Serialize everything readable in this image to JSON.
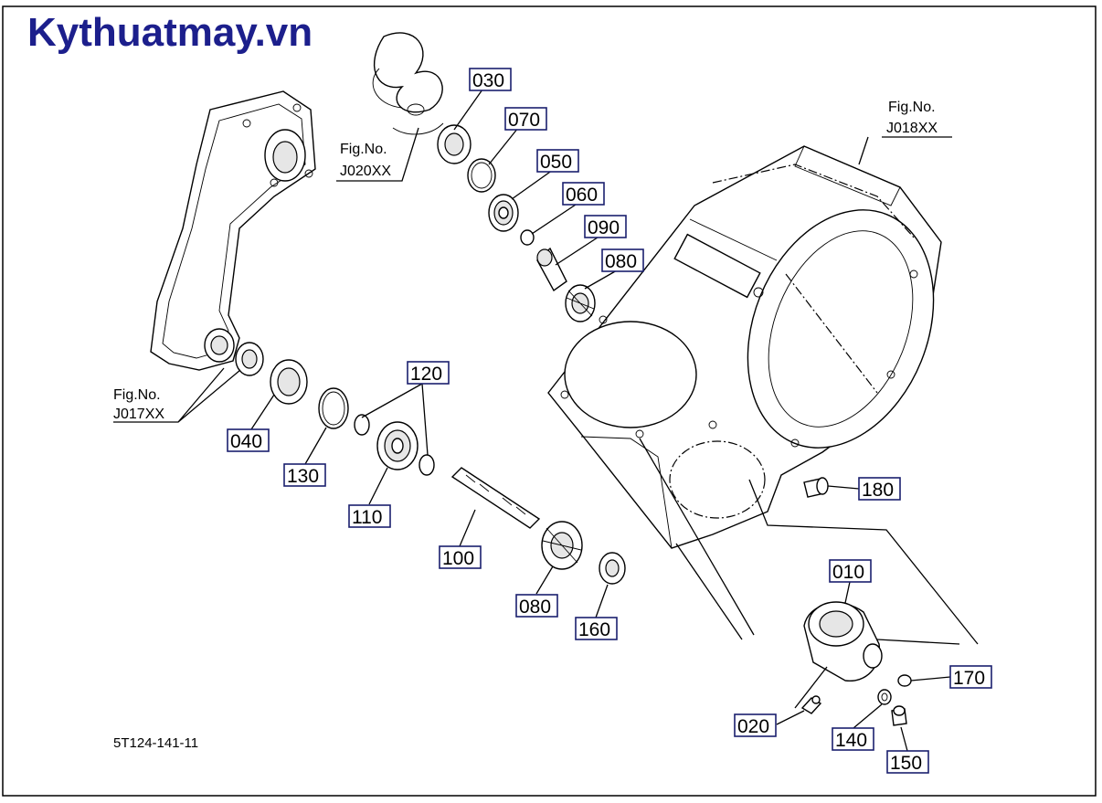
{
  "watermark": "Kythuatmay.vn",
  "drawing_code": "5T124-141-11",
  "figure_refs": [
    {
      "id": "fig-j020",
      "fig_label": "Fig.No.",
      "fig_no": "J020XX"
    },
    {
      "id": "fig-j018",
      "fig_label": "Fig.No.",
      "fig_no": "J018XX"
    },
    {
      "id": "fig-j017",
      "fig_label": "Fig.No.",
      "fig_no": "J017XX"
    }
  ],
  "parts": [
    {
      "key": "p030",
      "label": "030"
    },
    {
      "key": "p070",
      "label": "070"
    },
    {
      "key": "p050",
      "label": "050"
    },
    {
      "key": "p060",
      "label": "060"
    },
    {
      "key": "p090",
      "label": "090"
    },
    {
      "key": "p080a",
      "label": "080"
    },
    {
      "key": "p120",
      "label": "120"
    },
    {
      "key": "p040",
      "label": "040"
    },
    {
      "key": "p130",
      "label": "130"
    },
    {
      "key": "p110",
      "label": "110"
    },
    {
      "key": "p100",
      "label": "100"
    },
    {
      "key": "p080b",
      "label": "080"
    },
    {
      "key": "p160",
      "label": "160"
    },
    {
      "key": "p180",
      "label": "180"
    },
    {
      "key": "p010",
      "label": "010"
    },
    {
      "key": "p170",
      "label": "170"
    },
    {
      "key": "p020",
      "label": "020"
    },
    {
      "key": "p140",
      "label": "140"
    },
    {
      "key": "p150",
      "label": "150"
    }
  ],
  "colors": {
    "watermark": "#1c1f8c",
    "label_border": "#1a1f6e",
    "line": "#000000"
  }
}
